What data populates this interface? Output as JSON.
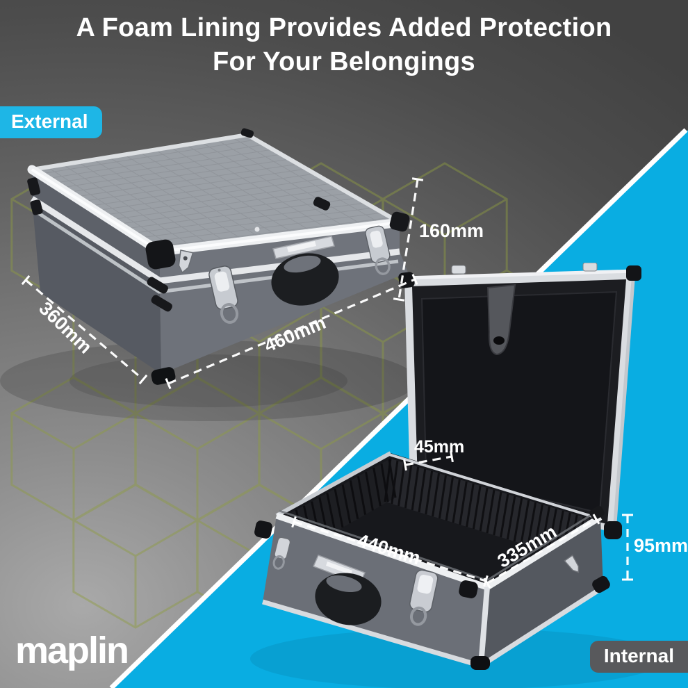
{
  "title": {
    "line1": "A Foam Lining Provides Added Protection",
    "line2": "For Your Belongings"
  },
  "badges": {
    "external": "External",
    "internal": "Internal"
  },
  "logo_text": "maplin",
  "external_view": {
    "dimensions": {
      "width": "460mm",
      "depth": "360mm",
      "height": "160mm"
    }
  },
  "internal_view": {
    "dimensions": {
      "width": "440mm",
      "depth": "335mm",
      "body_depth": "95mm",
      "lid_depth": "45mm"
    }
  },
  "colors": {
    "accent_cyan": "#09ade2",
    "badge_cyan": "#1eb6e6",
    "badge_gray": "#58595c",
    "hex_pattern_olive": "#8f9d41",
    "text_white": "#ffffff",
    "background_dark": "#424242",
    "background_light": "#a9a9a9"
  }
}
